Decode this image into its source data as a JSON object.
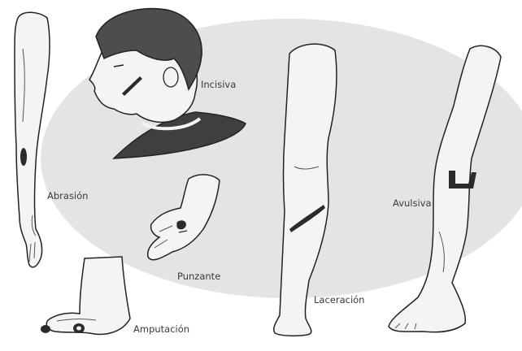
{
  "labels": {
    "incisiva": "Incisiva",
    "abrasion": "Abrasión",
    "punzante": "Punzante",
    "amputacion": "Amputación",
    "laceracion": "Laceración",
    "avulsiva": "Avulsiva"
  },
  "colors": {
    "background_blob": "#e4e4e4",
    "skin": "#f4f4f4",
    "outline": "#222222",
    "hair": "#4d4d4d",
    "shirt": "#3f3f3f",
    "wound": "#2b2b2b"
  }
}
